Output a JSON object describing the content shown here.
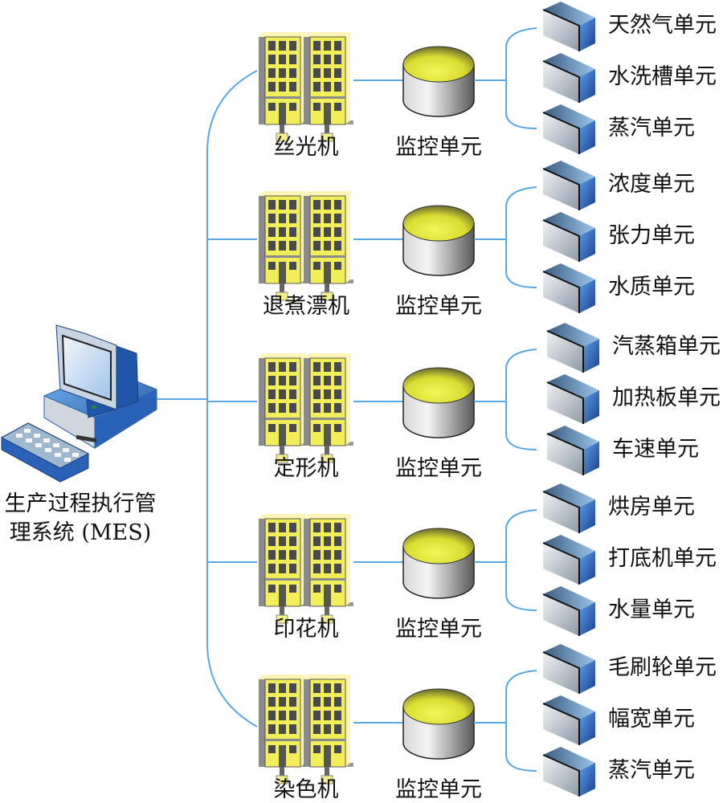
{
  "mes": {
    "line1": "生产过程执行管",
    "line2": "理系统 (MES)"
  },
  "rows": [
    {
      "machine": "丝光机",
      "monitor": "监控单元",
      "units": [
        "天然气单元",
        "水洗槽单元",
        "蒸汽单元"
      ]
    },
    {
      "machine": "退煮漂机",
      "monitor": "监控单元",
      "units": [
        "浓度单元",
        "张力单元",
        "水质单元"
      ]
    },
    {
      "machine": "定形机",
      "monitor": "监控单元",
      "units": [
        "汽蒸箱单元",
        "加热板单元",
        "车速单元"
      ]
    },
    {
      "machine": "印花机",
      "monitor": "监控单元",
      "units": [
        "烘房单元",
        "打底机单元",
        "水量单元"
      ]
    },
    {
      "machine": "染色机",
      "monitor": "监控单元",
      "units": [
        "毛刷轮单元",
        "幅宽单元",
        "蒸汽单元"
      ]
    }
  ],
  "colors": {
    "line": "#5aa7e6",
    "building": "#f2ee5a",
    "cylinder_top": "#e8ea3a",
    "box_side": "#2e6cc0"
  }
}
